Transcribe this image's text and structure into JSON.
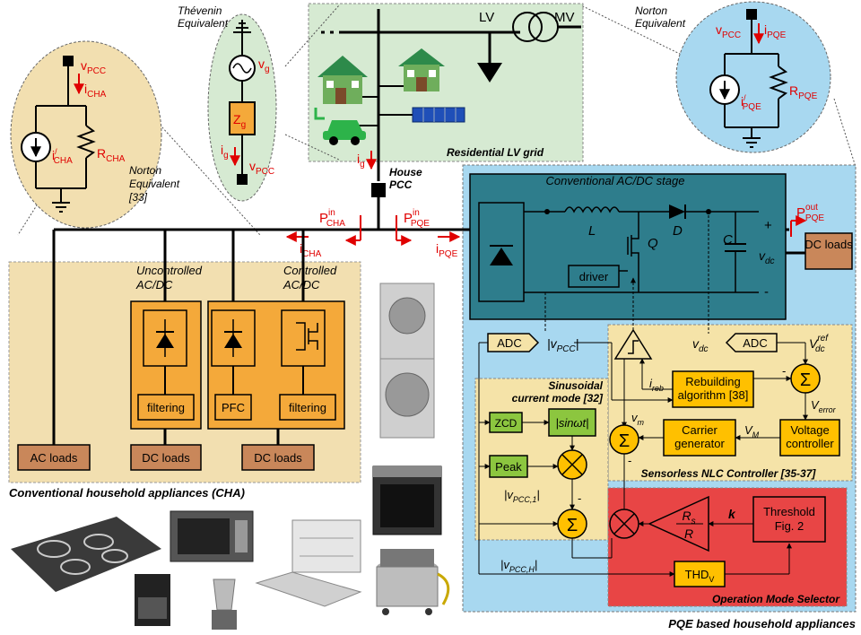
{
  "colors": {
    "grid_bg": "#d6ead2",
    "cha_bg": "#f2dfb0",
    "pqe_bg": "#a8d8f0",
    "conv_stage": "#2e7d8c",
    "converter_box": "#f4a93a",
    "load_box": "#c9875a",
    "nlc_bg": "#f5e3a8",
    "green_block": "#8cc63f",
    "yellow_block": "#ffc000",
    "red_panel": "#e84545",
    "signal_red": "#e00000"
  },
  "top": {
    "thevenin_title": "Thévenin\nEquivalent",
    "norton_right_title": "Norton\nEquivalent",
    "norton_left_title": "Norton\nEquivalent\n[33]",
    "thevenin_vg": "v",
    "thevenin_vg_sub": "g",
    "thevenin_zg": "Z",
    "thevenin_zg_sub": "g",
    "thevenin_ig": "i",
    "thevenin_ig_sub": "g",
    "thevenin_vpcc": "v",
    "thevenin_vpcc_sub": "PCC",
    "grid_lv": "LV",
    "grid_mv": "MV",
    "grid_title": "Residential LV grid",
    "ig_label": "i",
    "ig_sub": "g",
    "house_pcc": "House\nPCC"
  },
  "left_norton": {
    "vpcc": "v",
    "vpcc_sub": "PCC",
    "icha": "i",
    "icha_sub": "CHA",
    "icha_prime": "i",
    "icha_prime_sub": "CHA",
    "icha_prime_sup": "/",
    "rcha": "R",
    "rcha_sub": "CHA"
  },
  "right_norton": {
    "vpcc": "v",
    "vpcc_sub": "PCC",
    "ipqe": "i",
    "ipqe_sub": "PQE",
    "ipqe_prime": "i",
    "ipqe_prime_sub": "PQE",
    "ipqe_prime_sup": "/",
    "rpqe": "R",
    "rpqe_sub": "PQE"
  },
  "bus": {
    "p_cha": "P",
    "p_cha_sub": "CHA",
    "p_cha_sup": "in",
    "p_pqe": "P",
    "p_pqe_sub": "PQE",
    "p_pqe_sup": "in",
    "i_cha": "i",
    "i_cha_sub": "CHA",
    "i_pqe": "i",
    "i_pqe_sub": "PQE"
  },
  "cha": {
    "uncontrolled": "Uncontrolled\nAC/DC",
    "controlled": "Controlled\nAC/DC",
    "filtering1": "filtering",
    "pfc": "PFC",
    "filtering2": "filtering",
    "ac_loads": "AC loads",
    "dc_loads1": "DC loads",
    "dc_loads2": "DC loads",
    "section_title": "Conventional household appliances (CHA)"
  },
  "pqe": {
    "stage_title": "Conventional AC/DC stage",
    "L": "L",
    "Q": "Q",
    "D": "D",
    "C": "C",
    "plus": "+",
    "minus": "-",
    "vdc": "v",
    "vdc_sub": "dc",
    "driver": "driver",
    "p_out": "P",
    "p_out_sub": "PQE",
    "p_out_sup": "out",
    "dc_loads": "DC loads",
    "adc1": "ADC",
    "vpcc_abs": "|v",
    "vpcc_abs_sub": "PCC",
    "vpcc_abs_end": "|",
    "vdc_in": "v",
    "vdc_in_sub": "dc",
    "adc2": "ADC",
    "vdc_ref": "V",
    "vdc_ref_sub": "dc",
    "vdc_ref_sup": "ref",
    "i_reb": "i",
    "i_reb_sub": "reb",
    "rebuilding": "Rebuilding\nalgorithm [38]",
    "v_error": "V",
    "v_error_sub": "error",
    "v_m": "v",
    "v_m_sub": "m",
    "carrier": "Carrier\ngenerator",
    "V_M": "V",
    "V_M_sub": "M",
    "voltage_ctrl": "Voltage\ncontroller",
    "nlc_title": "Sensorless NLC Controller [35-37]",
    "sin_title": "Sinusoidal\ncurrent mode [32]",
    "zcd": "ZCD",
    "sinwt": "|sinωt|",
    "peak": "Peak",
    "vpcc1": "|v",
    "vpcc1_sub": "PCC,1",
    "vpcc1_end": "|",
    "vpcch": "|v",
    "vpcch_sub": "PCC,H",
    "vpcch_end": "|",
    "gain_num": "R",
    "gain_num_sub": "s",
    "gain_den": "R",
    "k": "k",
    "threshold": "Threshold\nFig. 2",
    "thd": "THD",
    "thd_sub": "V",
    "oms_title": "Operation Mode Selector",
    "section_title": "PQE based household appliances"
  }
}
